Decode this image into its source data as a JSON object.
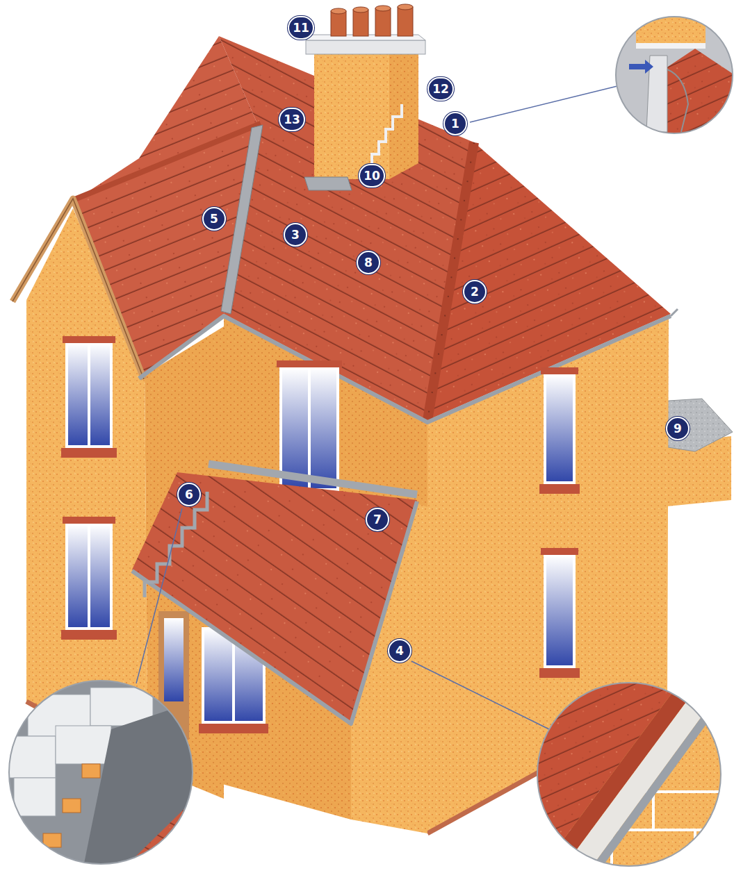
{
  "diagram": {
    "labels": [
      "11",
      "12",
      "13",
      "1",
      "10",
      "5",
      "3",
      "8",
      "2",
      "9",
      "7",
      "6",
      "4"
    ]
  }
}
